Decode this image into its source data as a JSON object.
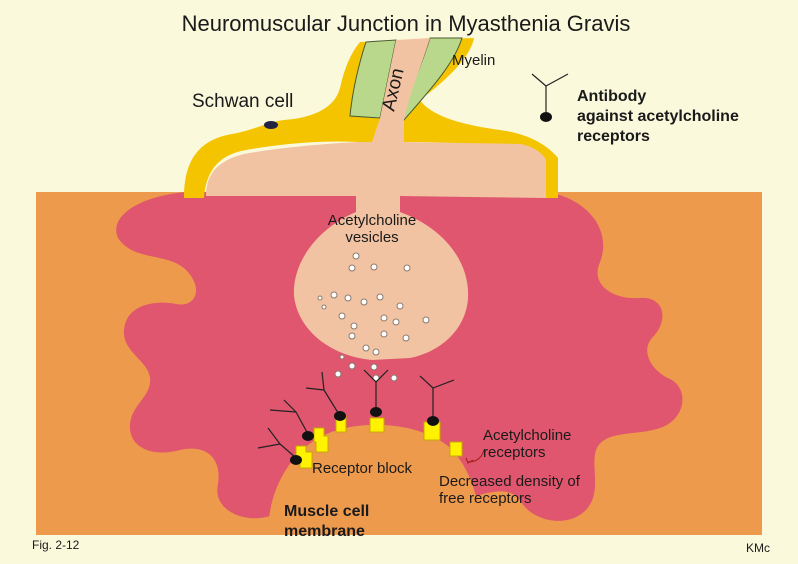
{
  "title": "Neuromuscular Junction in Myasthenia Gravis",
  "labels": {
    "myelin": "Myelin",
    "axon": "Axon",
    "schwan_cell": "Schwan  cell",
    "antibody_line1": "Antibody",
    "antibody_line2": "against acetylcholine",
    "antibody_line3": "receptors",
    "vesicles_line1": "Acetylcholine",
    "vesicles_line2": "vesicles",
    "receptors_line1": "Acetylcholine",
    "receptors_line2": "receptors",
    "receptor_block": "Receptor block",
    "density_line1": "Decreased  density of",
    "density_line2": "free receptors",
    "membrane_line1": "Muscle cell",
    "membrane_line2": "membrane"
  },
  "footer": {
    "figure": "Fig. 2-12",
    "credit": "KMc"
  },
  "colors": {
    "background": "#faf9dc",
    "muscle": "#ee9a4d",
    "synaptic_fold": "#e0566e",
    "terminal": "#f2c3a2",
    "myelin_sheath": "#f5c400",
    "myelin_inner": "#b9d88c",
    "receptor": "#fff200",
    "antibody": "#111111"
  }
}
